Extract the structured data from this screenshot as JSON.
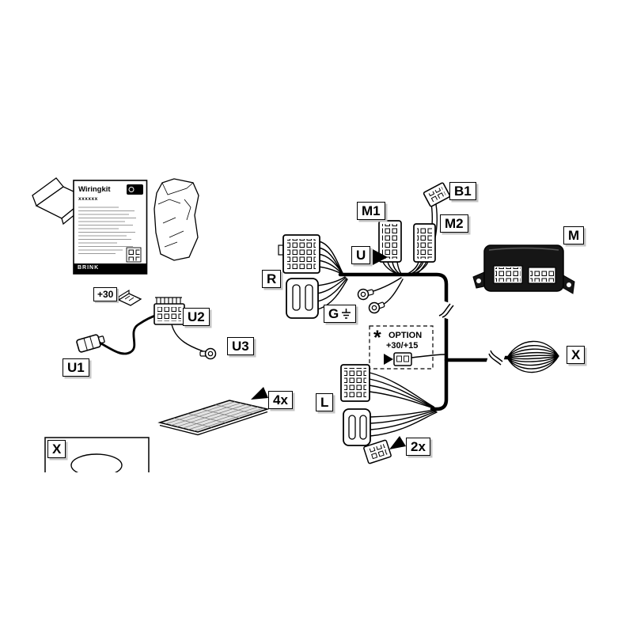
{
  "labels": {
    "b1": "B1",
    "m1": "M1",
    "m2": "M2",
    "u": "U",
    "m": "M",
    "r": "R",
    "g": "G",
    "x_right": "X",
    "plus30": "+30",
    "u1": "U1",
    "u2": "U2",
    "u3": "U3",
    "qty_mat": "4x",
    "l": "L",
    "qty_connector": "2x",
    "x_bottom": "X"
  },
  "option_box": {
    "star": "*",
    "line1": "OPTION",
    "line2": "+30/+15"
  },
  "document": {
    "title": "Wiringkit",
    "part_line": "xxxxxx",
    "footer_brand": "BRINK"
  },
  "colors": {
    "ink": "#000000",
    "background": "#ffffff",
    "label_shadow": "#c4c4c4",
    "module_fill": "#161616"
  }
}
